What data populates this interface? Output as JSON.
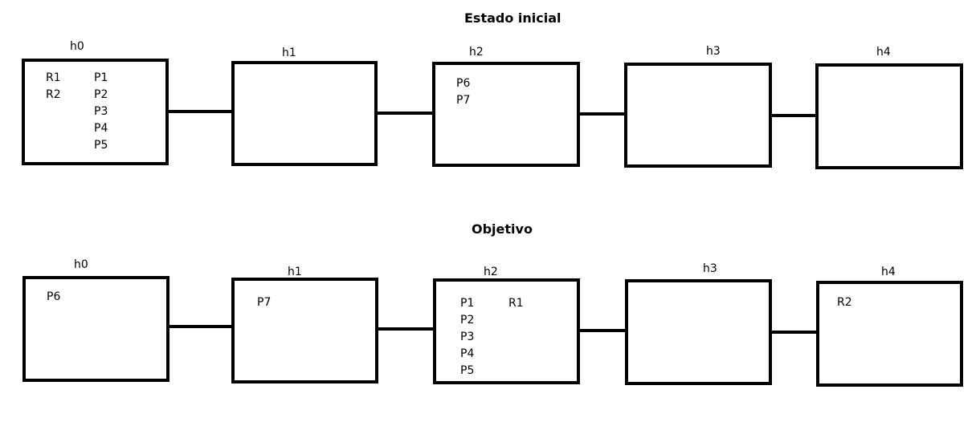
{
  "diagram": {
    "initial": {
      "title": "Estado inicial",
      "rooms": [
        {
          "label": "h0",
          "col1": [
            "R1",
            "R2"
          ],
          "col2": [
            "P1",
            "P2",
            "P3",
            "P4",
            "P5"
          ]
        },
        {
          "label": "h1",
          "col1": [],
          "col2": []
        },
        {
          "label": "h2",
          "col1": [
            "P6",
            "P7"
          ],
          "col2": []
        },
        {
          "label": "h3",
          "col1": [],
          "col2": []
        },
        {
          "label": "h4",
          "col1": [],
          "col2": []
        }
      ]
    },
    "goal": {
      "title": "Objetivo",
      "rooms": [
        {
          "label": "h0",
          "col1": [
            "P6"
          ],
          "col2": []
        },
        {
          "label": "h1",
          "col1": [
            "P7"
          ],
          "col2": []
        },
        {
          "label": "h2",
          "col1": [
            "P1",
            "P2",
            "P3",
            "P4",
            "P5"
          ],
          "col2": [
            "R1"
          ]
        },
        {
          "label": "h3",
          "col1": [],
          "col2": []
        },
        {
          "label": "h4",
          "col1": [
            "R2"
          ],
          "col2": []
        }
      ]
    }
  }
}
